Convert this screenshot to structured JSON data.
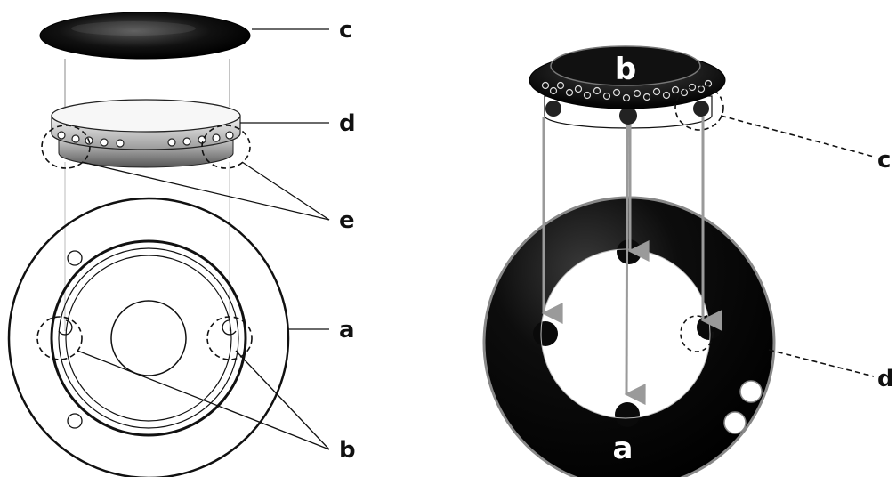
{
  "left_diagram": {
    "labels": {
      "cap": "c",
      "burner_head": "d",
      "lugs": "e",
      "base": "a",
      "notches": "b"
    }
  },
  "right_diagram": {
    "labels": {
      "burner_head": "b",
      "lugs": "c",
      "base": "a",
      "notch": "d"
    }
  },
  "colors": {
    "line": "#111111",
    "guide_arrow": "#9a9a9a",
    "base_fill": "#0a0a0a"
  }
}
